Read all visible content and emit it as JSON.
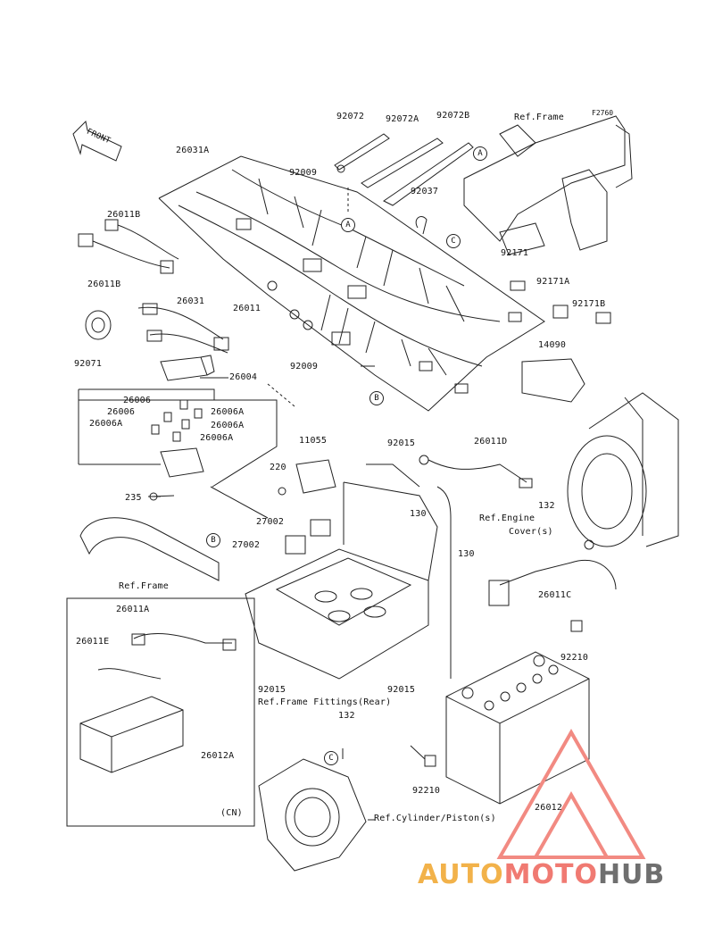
{
  "figure_code": "F2760",
  "front_marker": "FRONT",
  "ref_markers": [
    "A",
    "B",
    "C"
  ],
  "part_labels": {
    "p92072": "92072",
    "p92072A": "92072A",
    "p92072B": "92072B",
    "ref_frame_top": "Ref.Frame",
    "p92009_top": "92009",
    "p26031A": "26031A",
    "p92037": "92037",
    "p26011B_top": "26011B",
    "p26011B_bot": "26011B",
    "p92171": "92171",
    "p92171A": "92171A",
    "p92171B": "92171B",
    "p26031": "26031",
    "p26011": "26011",
    "p92071": "92071",
    "p14090": "14090",
    "p92009_mid": "92009",
    "p26004": "26004",
    "p26006_1": "26006",
    "p26006_2": "26006",
    "p26006A_1": "26006A",
    "p26006A_2": "26006A",
    "p26006A_3": "26006A",
    "p26006A_4": "26006A",
    "p11055": "11055",
    "p92015_top": "92015",
    "p26011D": "26011D",
    "p220": "220",
    "p132_mid": "132",
    "p235": "235",
    "p130_a": "130",
    "ref_engine_cover_1": "Ref.Engine",
    "ref_engine_cover_2": "Cover(s)",
    "p27002_a": "27002",
    "p27002_b": "27002",
    "ref_frame_mid": "Ref.Frame",
    "p130_b": "130",
    "p26011C": "26011C",
    "p26011A": "26011A",
    "p26011E": "26011E",
    "p92210_a": "92210",
    "p92015_l": "92015",
    "p92015_r": "92015",
    "ref_frame_fittings": "Ref.Frame Fittings(Rear)",
    "p132_bot": "132",
    "p26012A": "26012A",
    "cn_note": "(CN)",
    "p92210_b": "92210",
    "p26012": "26012",
    "ref_cylinder": "Ref.Cylinder/Piston(s)"
  },
  "watermark": {
    "part1": "AUTO",
    "part2": "MOTO",
    "part3": "HUB",
    "color1": "#f2b24a",
    "color2": "#f07a72",
    "color3": "#6f6f6f"
  }
}
